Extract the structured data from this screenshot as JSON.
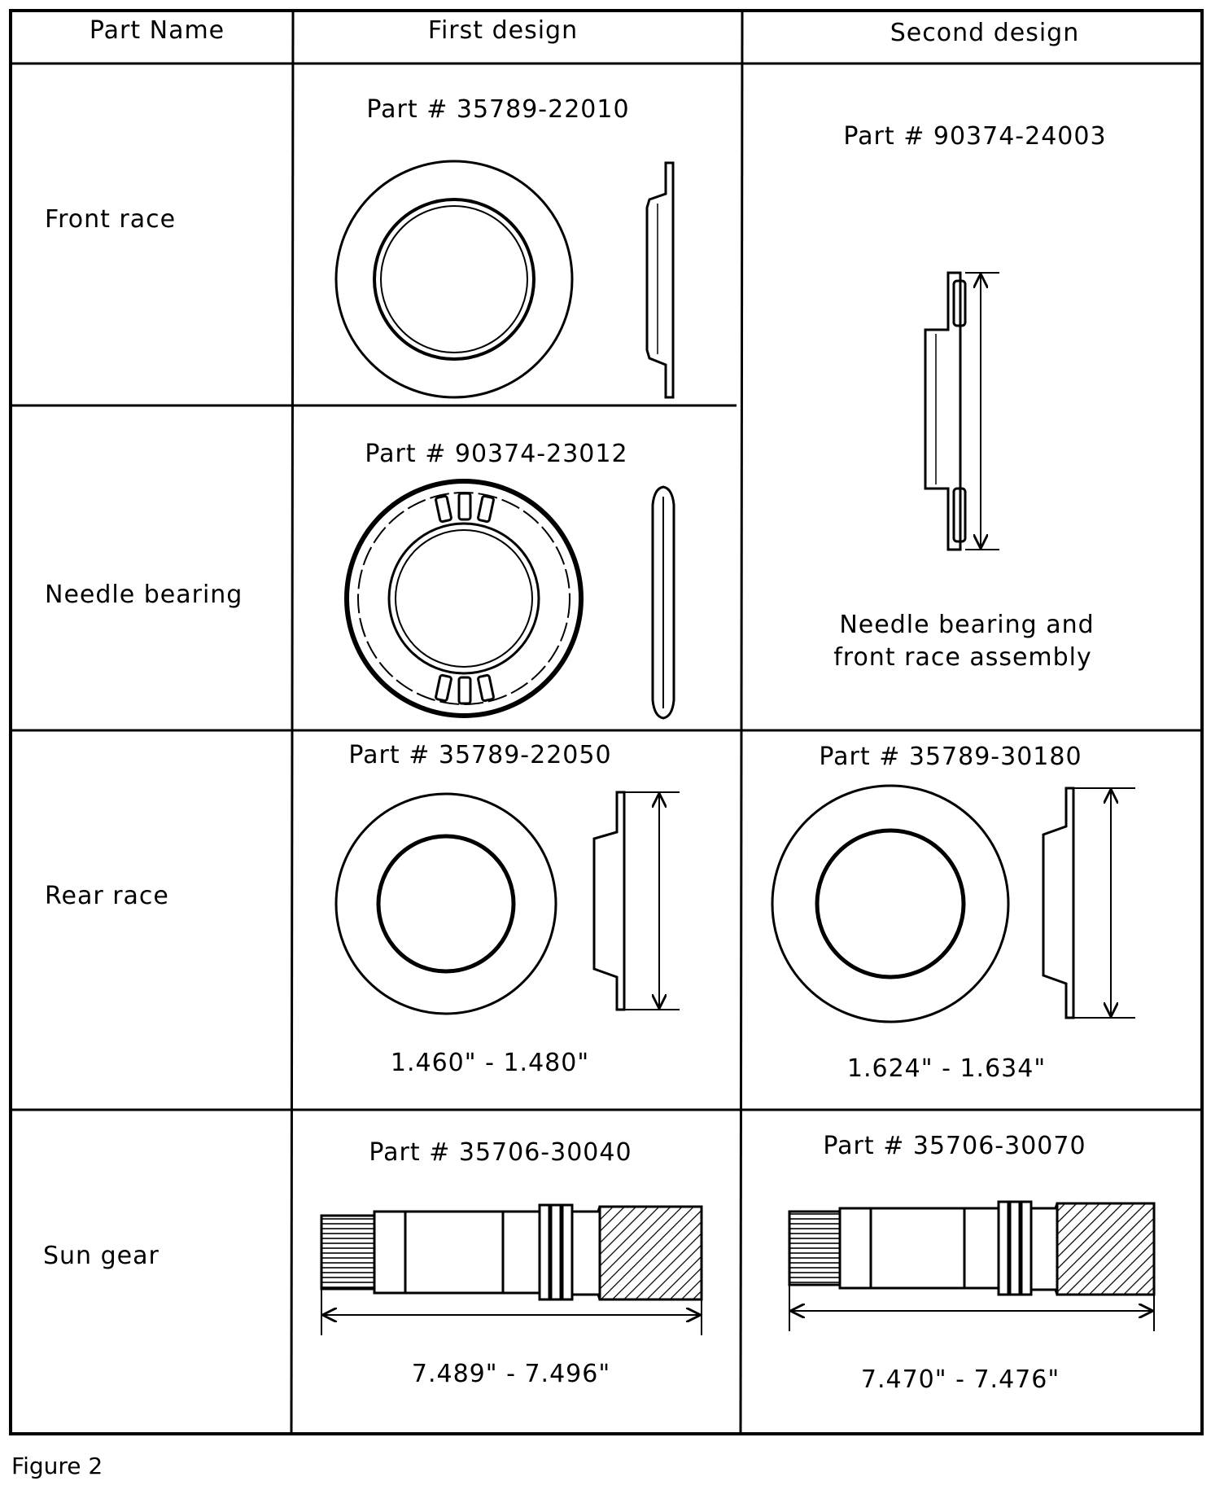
{
  "table": {
    "headers": [
      "Part Name",
      "First design",
      "Second design"
    ],
    "rows": [
      {
        "part_name": "Front race",
        "first": {
          "part_no": "Part # 35789-22010",
          "dimension": ""
        }
      },
      {
        "part_name": "Needle bearing",
        "first": {
          "part_no": "Part # 90374-23012",
          "dimension": ""
        }
      },
      {
        "part_name": "Rear race",
        "first": {
          "part_no": "Part # 35789-22050",
          "dimension": "1.460\" - 1.480\""
        },
        "second": {
          "part_no": "Part # 35789-30180",
          "dimension": "1.624\" - 1.634\""
        }
      },
      {
        "part_name": "Sun gear",
        "first": {
          "part_no": "Part # 35706-30040",
          "dimension": "7.489\" - 7.496\""
        },
        "second": {
          "part_no": "Part # 35706-30070",
          "dimension": "7.470\" - 7.476\""
        }
      }
    ],
    "merged_second": {
      "part_no": "Part # 90374-24003",
      "caption_line1": "Needle bearing and",
      "caption_line2": "front race assembly"
    }
  },
  "figure_label": "Figure 2"
}
